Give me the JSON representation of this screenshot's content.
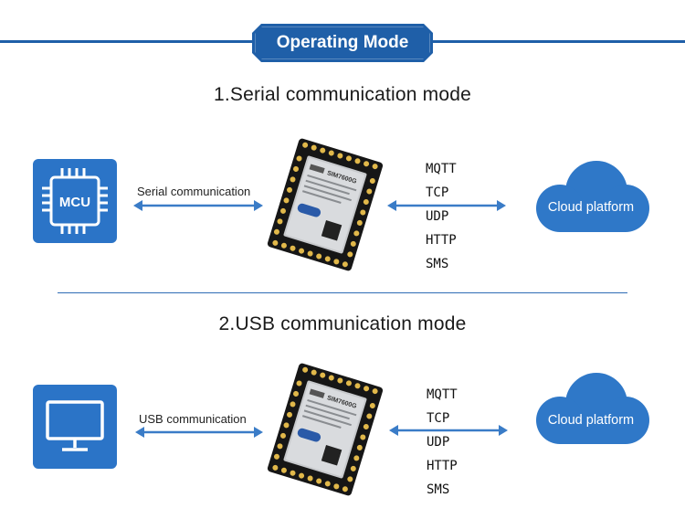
{
  "header": {
    "title": "Operating Mode"
  },
  "sections": [
    {
      "title": "1.Serial communication mode",
      "device_icon": "mcu-chip-icon",
      "device_label": "MCU",
      "link_label": "Serial communication",
      "protocols": [
        "MQTT",
        "TCP",
        "UDP",
        "HTTP",
        "SMS"
      ],
      "cloud_label": "Cloud platform"
    },
    {
      "title": "2.USB communication mode",
      "device_icon": "monitor-icon",
      "link_label": "USB communication",
      "protocols": [
        "MQTT",
        "TCP",
        "UDP",
        "HTTP",
        "SMS"
      ],
      "cloud_label": "Cloud platform"
    }
  ],
  "module": {
    "label": "SIM7600G"
  },
  "colors": {
    "accent": "#1f5fa8",
    "icon_bg": "#2b74c7",
    "arrow": "#3a7cc7",
    "cloud": "#2f78c8"
  }
}
